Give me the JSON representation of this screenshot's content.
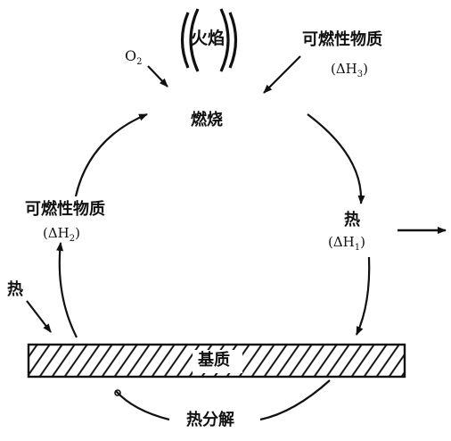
{
  "flame": "火焰",
  "oxygen": {
    "symbol": "O",
    "subscript": "2"
  },
  "combustion": "燃烧",
  "combustible_top": {
    "name": "可燃性物质",
    "delta_prefix": "(ΔH",
    "delta_sub": "3",
    "delta_suffix": ")"
  },
  "heat_right": {
    "name": "热",
    "delta_prefix": "(ΔH",
    "delta_sub": "1",
    "delta_suffix": ")"
  },
  "combustible_left": {
    "name": "可燃性物质",
    "delta_prefix": "(ΔH",
    "delta_sub": "2",
    "delta_suffix": ")"
  },
  "heat_left": "热",
  "substrate": "基质",
  "decomposition": "热分解"
}
